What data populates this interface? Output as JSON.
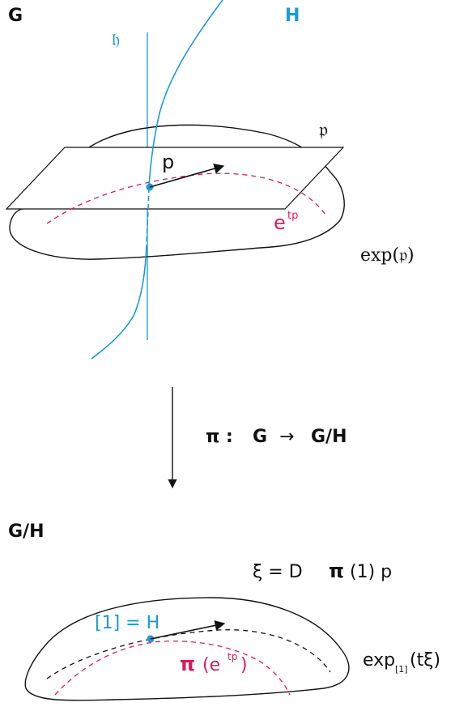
{
  "labels": {
    "G": "G",
    "H": "H",
    "h": "𝔥",
    "p_plane": "𝔭",
    "p_vector": "p",
    "e_tp": "e",
    "e_tp_sup": "tp",
    "exp_p": "exp(𝔭)",
    "map_pi": "π :",
    "map_G": "G",
    "map_arrow": "→",
    "map_GH": "G/H",
    "GH": "G/H",
    "xi_lhs": "ξ = D",
    "xi_pi": "π",
    "xi_one": "(1) p",
    "coset_one": "[1] = H",
    "pi_etp": "π",
    "pi_etp_arg": "(e",
    "pi_etp_sup": "tp",
    "pi_etp_close": ")",
    "exp1_base": "exp",
    "exp1_sub": "[1]",
    "exp1_arg": "(tξ)"
  },
  "colors": {
    "ink": "#111111",
    "cyan": "#1a9ad6",
    "magenta": "#d81b60"
  }
}
